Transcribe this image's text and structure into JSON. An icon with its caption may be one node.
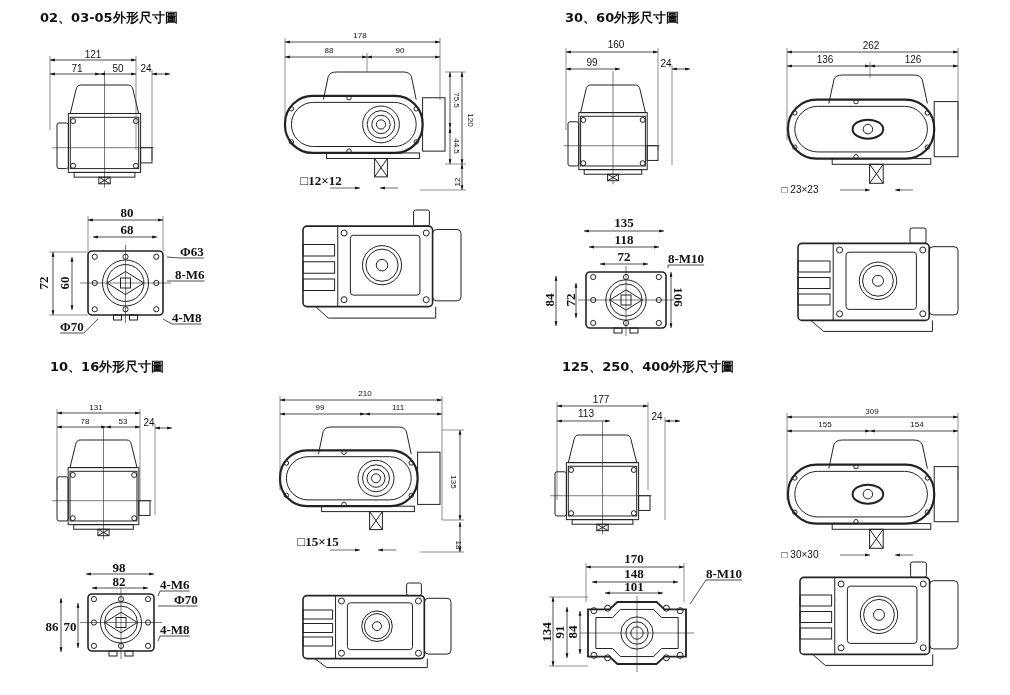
{
  "diagram": {
    "nodes": [
      {
        "text": [
          "Φ63"
        ]
      },
      {
        "text": [
          "8-M6"
        ]
      },
      {
        "text": [
          "4-M8"
        ]
      },
      {
        "text": [
          "Φ70"
        ]
      },
      {
        "text": [
          "8-M10"
        ]
      },
      {
        "text": [
          "4-M6"
        ]
      },
      {
        "text": [
          "Φ70"
        ]
      },
      {
        "text": [
          "4-M8"
        ]
      },
      {
        "text": [
          "8-M10"
        ]
      }
    ],
    "edges": [
      {
        "from": 0,
        "to": null,
        "arrow": "none"
      },
      {
        "from": 1,
        "to": null,
        "arrow": "none"
      },
      {
        "from": 2,
        "to": null,
        "arrow": "none"
      },
      {
        "from": 3,
        "to": null,
        "arrow": "none"
      },
      {
        "from": 4,
        "to": null,
        "arrow": "none"
      },
      {
        "from": 5,
        "to": null,
        "arrow": "none"
      },
      {
        "from": 6,
        "to": null,
        "arrow": "none"
      },
      {
        "from": 7,
        "to": null,
        "arrow": "none"
      },
      {
        "from": 8,
        "to": null,
        "arrow": "none"
      }
    ],
    "labels": [
      "02、03-05外形尺寸圖",
      "121",
      "71",
      "50",
      "24",
      "178",
      "88",
      "90",
      "75.5",
      "44.5",
      "120",
      "□12×12",
      "12",
      "80",
      "68",
      "72",
      "60",
      "30、60外形尺寸圖",
      "160",
      "99",
      "24",
      "262",
      "136",
      "126",
      "□ 23×23",
      "135",
      "118",
      "72",
      "84",
      "72",
      "106",
      "10、16外形尺寸圖",
      "131",
      "78",
      "53",
      "24",
      "210",
      "99",
      "111",
      "135",
      "□15×15",
      "18",
      "98",
      "82",
      "86",
      "70",
      "125、250、400外形尺寸圖",
      "177",
      "113",
      "24",
      "309",
      "155",
      "154",
      "□ 30×30",
      "170",
      "148",
      "101",
      "134",
      "91",
      "84"
    ]
  }
}
